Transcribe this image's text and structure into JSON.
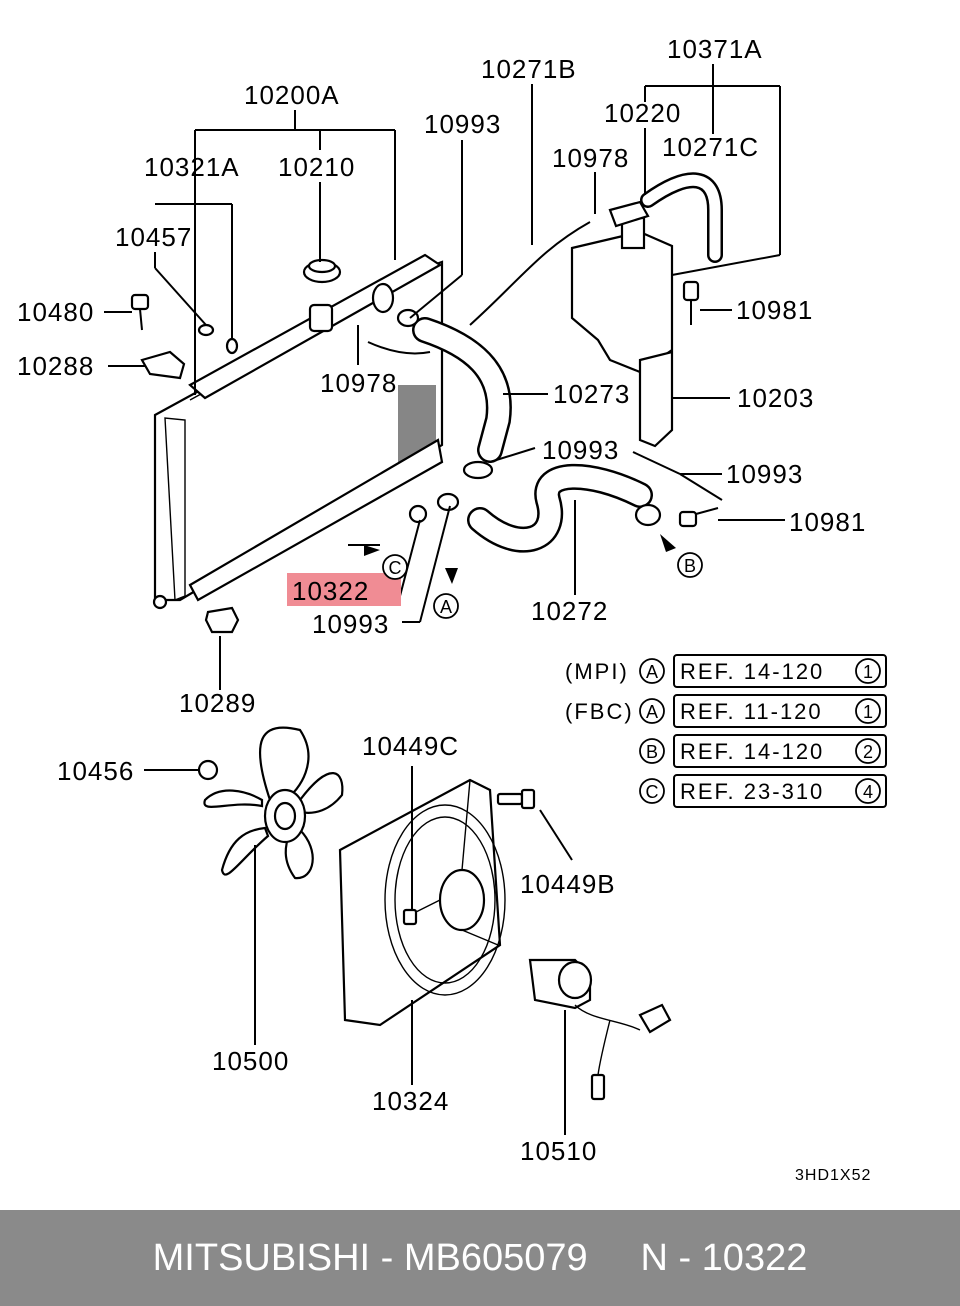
{
  "callouts": {
    "p10200A": "10200A",
    "p10321A": "10321A",
    "p10210": "10210",
    "p10457": "10457",
    "p10480": "10480",
    "p10288": "10288",
    "p10978a": "10978",
    "p10993a": "10993",
    "p10271B": "10271B",
    "p10371A": "10371A",
    "p10220": "10220",
    "p10978b": "10978",
    "p10271C": "10271C",
    "p10981a": "10981",
    "p10273": "10273",
    "p10203": "10203",
    "p10993b": "10993",
    "p10993c": "10993",
    "p10981b": "10981",
    "p10322": "10322",
    "p10993d": "10993",
    "p10272": "10272",
    "p10289": "10289",
    "p10456": "10456",
    "p10449C": "10449C",
    "p10449B": "10449B",
    "p10500": "10500",
    "p10324": "10324",
    "p10510": "10510"
  },
  "markers": {
    "A": "A",
    "B": "B",
    "C": "C"
  },
  "references": [
    {
      "prefix": "(MPI)",
      "marker": "A",
      "ref": "REF. 14-120",
      "num": "1"
    },
    {
      "prefix": "(FBC)",
      "marker": "A",
      "ref": "REF. 11-120",
      "num": "1"
    },
    {
      "prefix": "",
      "marker": "B",
      "ref": "REF. 14-120",
      "num": "2"
    },
    {
      "prefix": "",
      "marker": "C",
      "ref": "REF. 23-310",
      "num": "4"
    }
  ],
  "diagram_code": "3HD1X52",
  "highlight_color": "#f08c94",
  "footer": {
    "text": "MITSUBISHI - MB605079     N - 10322",
    "background": "#8a8a8a"
  }
}
